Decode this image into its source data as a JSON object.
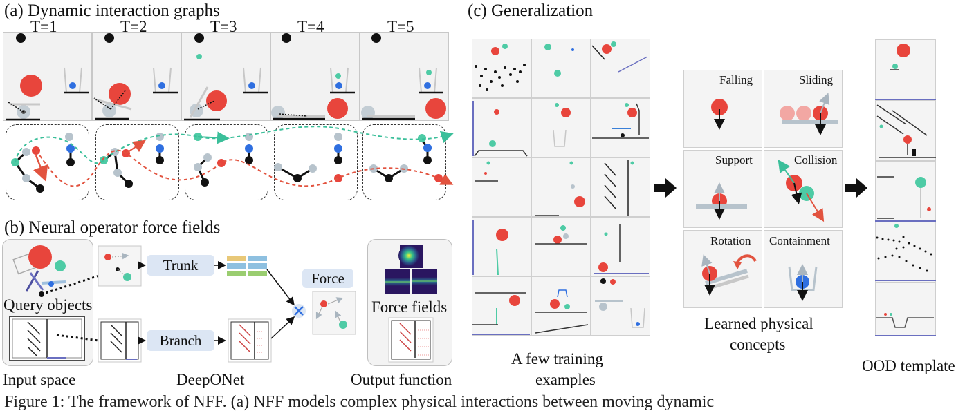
{
  "panel_a": {
    "title": "(a) Dynamic interaction graphs",
    "timesteps": [
      "T=1",
      "T=2",
      "T=3",
      "T=4",
      "T=5"
    ]
  },
  "panel_b": {
    "title": "(b) Neural operator force fields",
    "query_label": "Query objects",
    "input_space_label": "Input space",
    "trunk_label": "Trunk",
    "branch_label": "Branch",
    "deeponet_label": "DeepONet",
    "force_label": "Force",
    "force_fields_label": "Force fields",
    "output_label": "Output function"
  },
  "panel_c": {
    "title": "(c) Generalization",
    "training_label_line1": "A few training",
    "training_label_line2": "examples",
    "concepts": [
      "Falling",
      "Sliding",
      "Support",
      "Collision",
      "Rotation",
      "Containment"
    ],
    "learned_line1": "Learned physical",
    "learned_line2": "concepts",
    "ood_label": "OOD template"
  },
  "caption": {
    "text": "Figure 1: The framework of NFF. (a) NFF models complex physical interactions between moving dynamic"
  },
  "colors": {
    "red": "#e8453c",
    "teal": "#4ecba5",
    "blue": "#2f6fe0",
    "gray_node": "#b7c3cc",
    "trail_teal": "#3bbf9a",
    "trail_red": "#e2533f"
  }
}
